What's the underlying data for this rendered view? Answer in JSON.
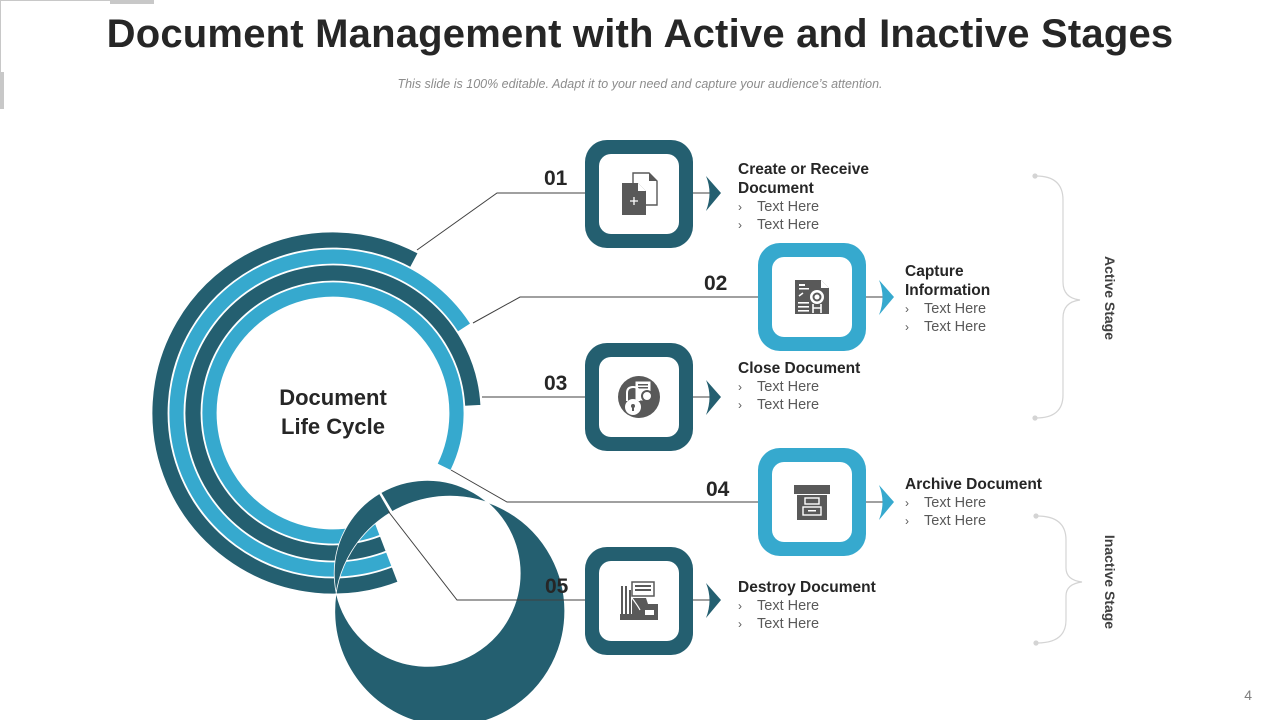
{
  "slide": {
    "title": "Document Management with Active and Inactive Stages",
    "subtitle": "This slide is 100% editable. Adapt it to your need and capture your audience’s attention.",
    "page_number": "4"
  },
  "colors": {
    "dark": "#245f70",
    "light": "#36a9ce",
    "icon": "#595959",
    "text": "#262626"
  },
  "center": {
    "line1": "Document",
    "line2": "Life Cycle"
  },
  "steps": [
    {
      "number": "01",
      "title": "Create or Receive Document",
      "title_line1": "Create or Receive",
      "title_line2": "Document",
      "bullets": [
        "Text Here",
        "Text Here"
      ],
      "icon": "add-document-icon",
      "style": "dark"
    },
    {
      "number": "02",
      "title": "Capture Information",
      "title_line1": "Capture",
      "title_line2": "Information",
      "bullets": [
        "Text Here",
        "Text Here"
      ],
      "icon": "certificate-document-icon",
      "style": "light"
    },
    {
      "number": "03",
      "title": "Close Document",
      "title_line1": "Close Document",
      "bullets": [
        "Text Here",
        "Text Here"
      ],
      "icon": "locked-document-icon",
      "style": "dark"
    },
    {
      "number": "04",
      "title": "Archive Document",
      "title_line1": "Archive Document",
      "bullets": [
        "Text Here",
        "Text Here"
      ],
      "icon": "archive-box-icon",
      "style": "light"
    },
    {
      "number": "05",
      "title": "Destroy Document",
      "title_line1": "Destroy Document",
      "bullets": [
        "Text Here",
        "Text Here"
      ],
      "icon": "shredder-icon",
      "style": "dark"
    }
  ],
  "bullet_marker": "›",
  "stages": [
    {
      "label": "Active Stage",
      "covers_steps": [
        "01",
        "02",
        "03"
      ]
    },
    {
      "label": "Inactive Stage",
      "covers_steps": [
        "04",
        "05"
      ]
    }
  ]
}
